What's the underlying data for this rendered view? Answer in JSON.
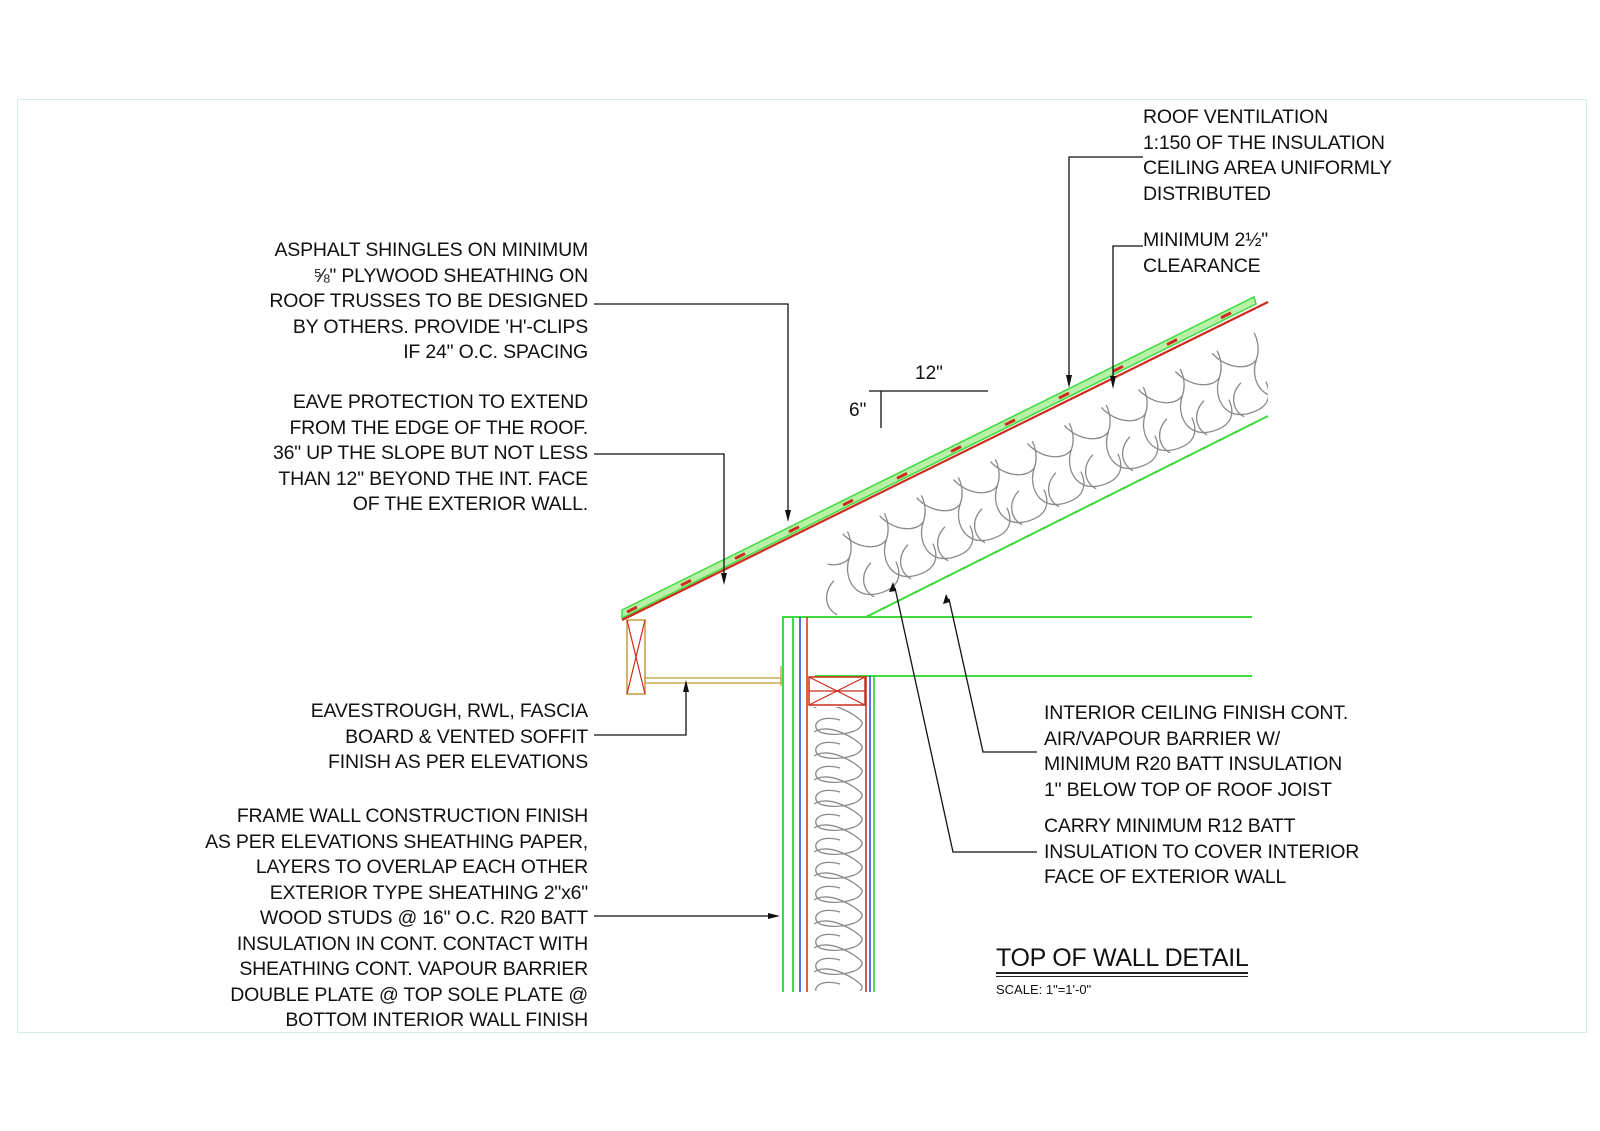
{
  "notes": {
    "roof_ventilation": "ROOF VENTILATION\n1:150 OF THE INSULATION\nCEILING AREA UNIFORMLY\nDISTRIBUTED",
    "clearance": "MINIMUM 2½\"\nCLEARANCE",
    "shingles": "ASPHALT SHINGLES ON MINIMUM\n⅝\" PLYWOOD SHEATHING ON\nROOF TRUSSES TO BE DESIGNED\nBY OTHERS. PROVIDE 'H'-CLIPS\nIF 24\" O.C. SPACING",
    "eave_protection": "EAVE PROTECTION TO EXTEND\nFROM THE EDGE OF THE ROOF.\n36\" UP THE SLOPE BUT NOT LESS\nTHAN 12\" BEYOND THE INT. FACE\nOF THE EXTERIOR WALL.",
    "eavestrough": "EAVESTROUGH, RWL, FASCIA\nBOARD & VENTED SOFFIT\nFINISH AS PER ELEVATIONS",
    "frame_wall": "FRAME WALL CONSTRUCTION FINISH\nAS PER ELEVATIONS SHEATHING PAPER,\nLAYERS TO OVERLAP EACH OTHER\nEXTERIOR TYPE SHEATHING 2\"x6\"\nWOOD STUDS @ 16\" O.C. R20 BATT\nINSULATION IN CONT. CONTACT WITH\nSHEATHING CONT. VAPOUR BARRIER\nDOUBLE PLATE @ TOP SOLE PLATE @\nBOTTOM INTERIOR WALL FINISH",
    "interior_ceiling": "INTERIOR CEILING FINISH CONT.\nAIR/VAPOUR BARRIER W/\nMINIMUM R20 BATT INSULATION\n1\" BELOW TOP OF ROOF JOIST",
    "carry_r12": "CARRY MINIMUM R12 BATT\nINSULATION TO COVER INTERIOR\nFACE OF EXTERIOR WALL"
  },
  "slope": {
    "run": "12\"",
    "rise": "6\""
  },
  "title": {
    "text": "TOP OF WALL DETAIL",
    "scale": "SCALE: 1\"=1'-0\""
  },
  "colors": {
    "roof_sheathing": "#cc2b1d",
    "membrane_green": "#3ddc3d",
    "shingle_fill": "#b9f0a8",
    "wall_blue": "#2a3fd6",
    "insulation": "#8a8a8a",
    "fascia": "#c9a24a",
    "leader": "#111111",
    "frame": "#cdeced"
  }
}
